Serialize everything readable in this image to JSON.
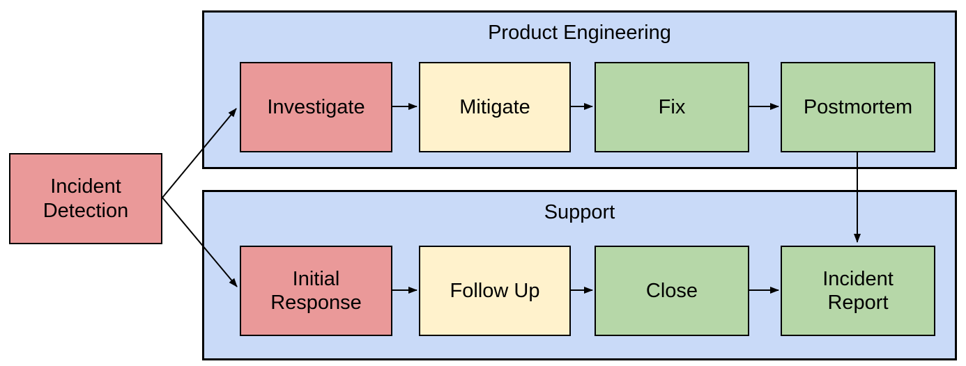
{
  "page": {
    "background": "#FFFFFF"
  },
  "diagram": {
    "type": "flowchart",
    "entry": {
      "label": "Incident Detection",
      "fill": "#EA9999"
    },
    "lanes": [
      {
        "title": "Product Engineering",
        "fill": "#C9DAF8",
        "nodes": [
          {
            "label": "Investigate",
            "fill": "#EA9999"
          },
          {
            "label": "Mitigate",
            "fill": "#FFF2CC"
          },
          {
            "label": "Fix",
            "fill": "#B6D7A8"
          },
          {
            "label": "Postmortem",
            "fill": "#B6D7A8"
          }
        ]
      },
      {
        "title": "Support",
        "fill": "#C9DAF8",
        "nodes": [
          {
            "label": "Initial Response",
            "fill": "#EA9999"
          },
          {
            "label": "Follow Up",
            "fill": "#FFF2CC"
          },
          {
            "label": "Close",
            "fill": "#B6D7A8"
          },
          {
            "label": "Incident Report",
            "fill": "#B6D7A8"
          }
        ]
      }
    ],
    "edges": [
      {
        "from": "Incident Detection",
        "to": "Investigate"
      },
      {
        "from": "Incident Detection",
        "to": "Initial Response"
      },
      {
        "from": "Investigate",
        "to": "Mitigate"
      },
      {
        "from": "Mitigate",
        "to": "Fix"
      },
      {
        "from": "Fix",
        "to": "Postmortem"
      },
      {
        "from": "Postmortem",
        "to": "Incident Report"
      },
      {
        "from": "Initial Response",
        "to": "Follow Up"
      },
      {
        "from": "Follow Up",
        "to": "Close"
      },
      {
        "from": "Close",
        "to": "Incident Report"
      }
    ],
    "colors": {
      "stroke": "#000000",
      "text": "#000000",
      "red": "#EA9999",
      "yellow": "#FFF2CC",
      "green": "#B6D7A8",
      "blue": "#C9DAF8"
    }
  }
}
